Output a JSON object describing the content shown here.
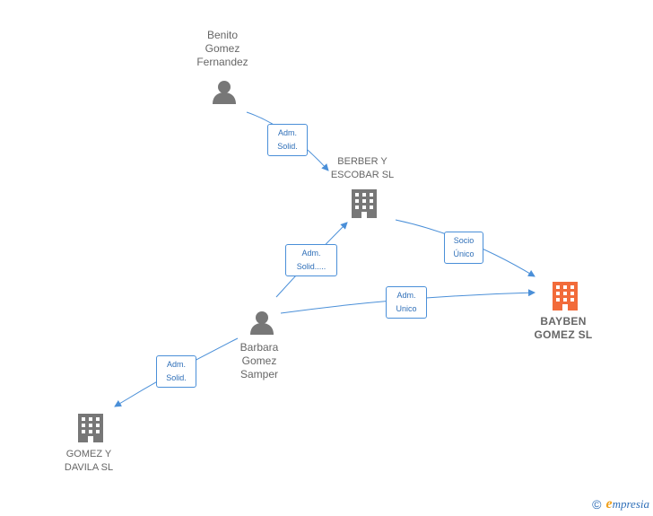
{
  "nodes": {
    "benito": {
      "label": "Benito\nGomez\nFernandez",
      "icon": "person-icon"
    },
    "barbara": {
      "label": "Barbara\nGomez\nSamper",
      "icon": "person-icon"
    },
    "berber": {
      "label": "BERBER Y\nESCOBAR SL",
      "icon": "building-icon"
    },
    "gomez_davila": {
      "label": "GOMEZ Y\nDAVILA SL",
      "icon": "building-icon"
    },
    "bayben": {
      "label": "BAYBEN\nGOMEZ  SL",
      "icon": "building-icon"
    }
  },
  "edges": {
    "benito_berber": "Adm.\nSolid.",
    "barbara_berber": "Adm.\nSolid.....",
    "berber_bayben": "Socio\nÚnico",
    "barbara_bayben": "Adm.\nUnico",
    "barbara_gomez_davila": "Adm.\nSolid."
  },
  "colors": {
    "edge": "#4a8fd8",
    "icon": "#777777",
    "focus_icon": "#f26b3a"
  },
  "footer": {
    "copyright": "©",
    "brand_initial": "e",
    "brand_rest": "mpresia"
  }
}
